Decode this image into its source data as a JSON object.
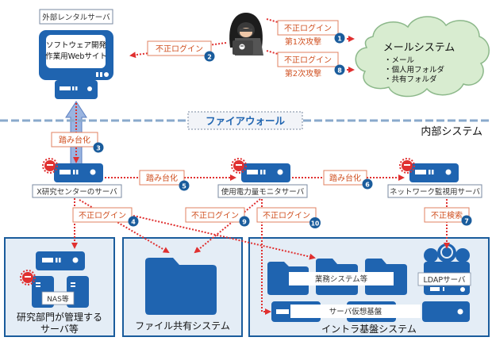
{
  "colors": {
    "server_blue": "#1f64b0",
    "attack_red": "#e03030",
    "label_orange": "#e07040",
    "panel_fill": "#e4edf6",
    "panel_border": "#1a5c9c",
    "cloud_fill": "#d8ecd0",
    "cloud_border": "#8cb88a",
    "firewall_line": "#8aa9cc",
    "badge_blue": "#1a5c9c"
  },
  "external": {
    "rental_server_label": "外部レンタルサーバ",
    "website_label_line1": "ソフトウェア開発",
    "website_label_line2": "作業用Webサイト"
  },
  "mail_system": {
    "title": "メールシステム",
    "items": [
      "・メール",
      "・個人用フォルダ",
      "・共有フォルダ"
    ]
  },
  "firewall": {
    "label": "ファイアウォール"
  },
  "internal_system_label": "内部システム",
  "servers": {
    "x_research": "X研究センターのサーバ",
    "power_monitor": "使用電力量モニタサーバ",
    "network_monitor": "ネットワーク監視用サーバ"
  },
  "steps": [
    {
      "number": "1",
      "label": "不正ログイン",
      "sublabel": "第1次攻撃"
    },
    {
      "number": "2",
      "label": "不正ログイン"
    },
    {
      "number": "3",
      "label": "踏み台化"
    },
    {
      "number": "4",
      "label": "不正ログイン"
    },
    {
      "number": "5",
      "label": "踏み台化"
    },
    {
      "number": "6",
      "label": "踏み台化"
    },
    {
      "number": "7",
      "label": "不正検索"
    },
    {
      "number": "8",
      "label": "不正ログイン",
      "sublabel": "第2次攻撃"
    },
    {
      "number": "9",
      "label": "不正ログイン"
    },
    {
      "number": "10",
      "label": "不正ログイン"
    }
  ],
  "panels": {
    "research": {
      "title_line1": "研究部門が管理する",
      "title_line2": "サーバ等",
      "nas_label": "NAS等"
    },
    "file_share": {
      "title": "ファイル共有システム"
    },
    "intra": {
      "title": "イントラ基盤システム",
      "business_label": "業務システム等",
      "ldap_label": "LDAPサーバ",
      "virtual_label": "サーバ仮想基盤"
    }
  }
}
